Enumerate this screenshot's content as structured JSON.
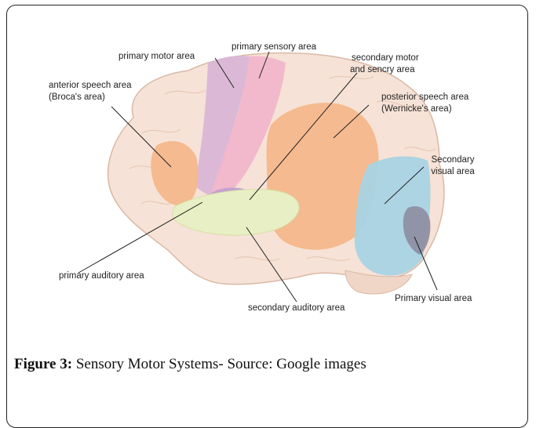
{
  "labels": {
    "primary_motor_area": "primary motor area",
    "primary_sensory_area": "primary sensory area",
    "secondary_motor_1": "secondary motor",
    "secondary_motor_2": "and sencry area",
    "anterior_speech_1": "anterior speech area",
    "anterior_speech_2": "(Broca's area)",
    "posterior_speech_1": "posterior speech area",
    "posterior_speech_2": "(Wernicke's area)",
    "secondary_visual_1": "Secondary",
    "secondary_visual_2": "visual area",
    "primary_auditory_area": "primary auditory area",
    "secondary_auditory_area": "secondary auditory area",
    "primary_visual_area": "Primary visual area"
  },
  "caption": {
    "figure_label": "Figure 3:",
    "text": " Sensory Motor Systems- Source: Google images"
  },
  "colors": {
    "brain_base": "#f6e2d6",
    "primary_motor": "#d9b6d6",
    "primary_sensory": "#f1b6cb",
    "secondary_sensory": "#c4a1cf",
    "speech_orange": "#f4b78b",
    "auditory": "#e9efc4",
    "secondary_visual": "#a9d3e4",
    "primary_visual": "#8d8d9e"
  }
}
